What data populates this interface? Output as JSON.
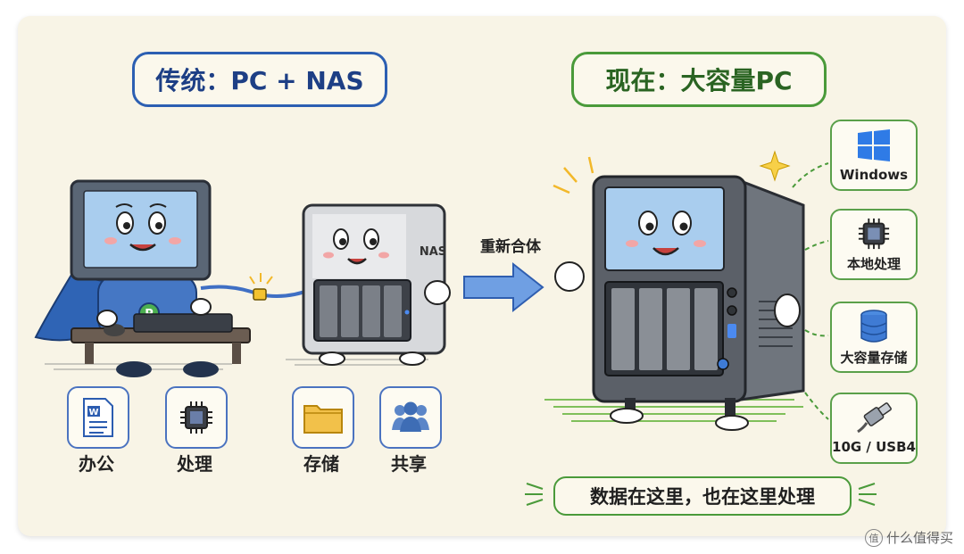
{
  "left_title": "传统：PC + NAS",
  "right_title": "现在：大容量PC",
  "arrow_label": "重新合体",
  "nas_label": "NAS",
  "pc_badge": "P",
  "left_tiles": [
    {
      "label": "办公",
      "icon": "word-document-icon"
    },
    {
      "label": "处理",
      "icon": "cpu-chip-icon"
    },
    {
      "label": "存储",
      "icon": "folder-icon"
    },
    {
      "label": "共享",
      "icon": "users-icon"
    }
  ],
  "features": [
    {
      "label": "Windows",
      "icon": "windows-logo-icon"
    },
    {
      "label": "本地处理",
      "icon": "cpu-chip-icon"
    },
    {
      "label": "大容量存储",
      "icon": "database-icon"
    },
    {
      "label": "10G / USB4",
      "icon": "usb-cable-icon"
    }
  ],
  "bottom_note": "数据在这里，也在这里处理",
  "watermark": "什么值得买",
  "watermark_mark": "值",
  "colors": {
    "blue": "#2c5fb2",
    "green": "#4a9a3a",
    "background": "#f8f4e6"
  }
}
